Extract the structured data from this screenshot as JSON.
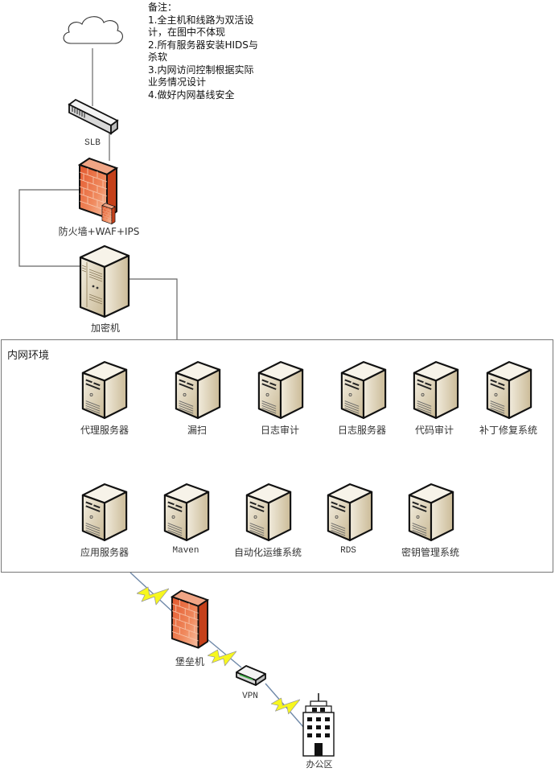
{
  "notes": {
    "title": "备注：",
    "lines": [
      "1.全主机和线路为双活设",
      "计，在图中不体现",
      "2.所有服务器安装HIDS与",
      "杀软",
      "3.内网访问控制根据实际",
      "业务情况设计",
      "4.做好内网基线安全"
    ]
  },
  "perimeter": {
    "cloud": {
      "icon": "cloud-icon"
    },
    "slb": {
      "label": "SLB",
      "icon": "load-balancer-icon"
    },
    "firewall": {
      "label": "防火墙+WAF+IPS",
      "icon": "firewall-icon"
    },
    "encryptor": {
      "label": "加密机",
      "icon": "tower-server-icon"
    }
  },
  "intranet": {
    "title": "内网环境",
    "row1": [
      {
        "label": "代理服务器",
        "icon": "server-icon"
      },
      {
        "label": "漏扫",
        "icon": "server-icon"
      },
      {
        "label": "日志审计",
        "icon": "server-icon"
      },
      {
        "label": "日志服务器",
        "icon": "server-icon"
      },
      {
        "label": "代码审计",
        "icon": "server-icon"
      },
      {
        "label": "补丁修复系统",
        "icon": "server-icon"
      }
    ],
    "row2": [
      {
        "label": "应用服务器",
        "icon": "server-icon"
      },
      {
        "label": "Maven",
        "icon": "server-icon"
      },
      {
        "label": "自动化运维系统",
        "icon": "server-icon"
      },
      {
        "label": "RDS",
        "icon": "server-icon"
      },
      {
        "label": "密钥管理系统",
        "icon": "server-icon"
      }
    ]
  },
  "remote": {
    "bastion": {
      "label": "堡垒机",
      "icon": "firewall-icon"
    },
    "vpn": {
      "label": "VPN",
      "icon": "router-icon"
    },
    "office": {
      "label": "办公区",
      "icon": "office-building-icon"
    },
    "link_icon": "lightning-link-icon"
  },
  "colors": {
    "firewall_brick": "#e8643a",
    "server_body": "#e6dcc4",
    "lightning": "#f7f71e",
    "wire": "#666666",
    "serial_wire": "#6e88a8"
  }
}
